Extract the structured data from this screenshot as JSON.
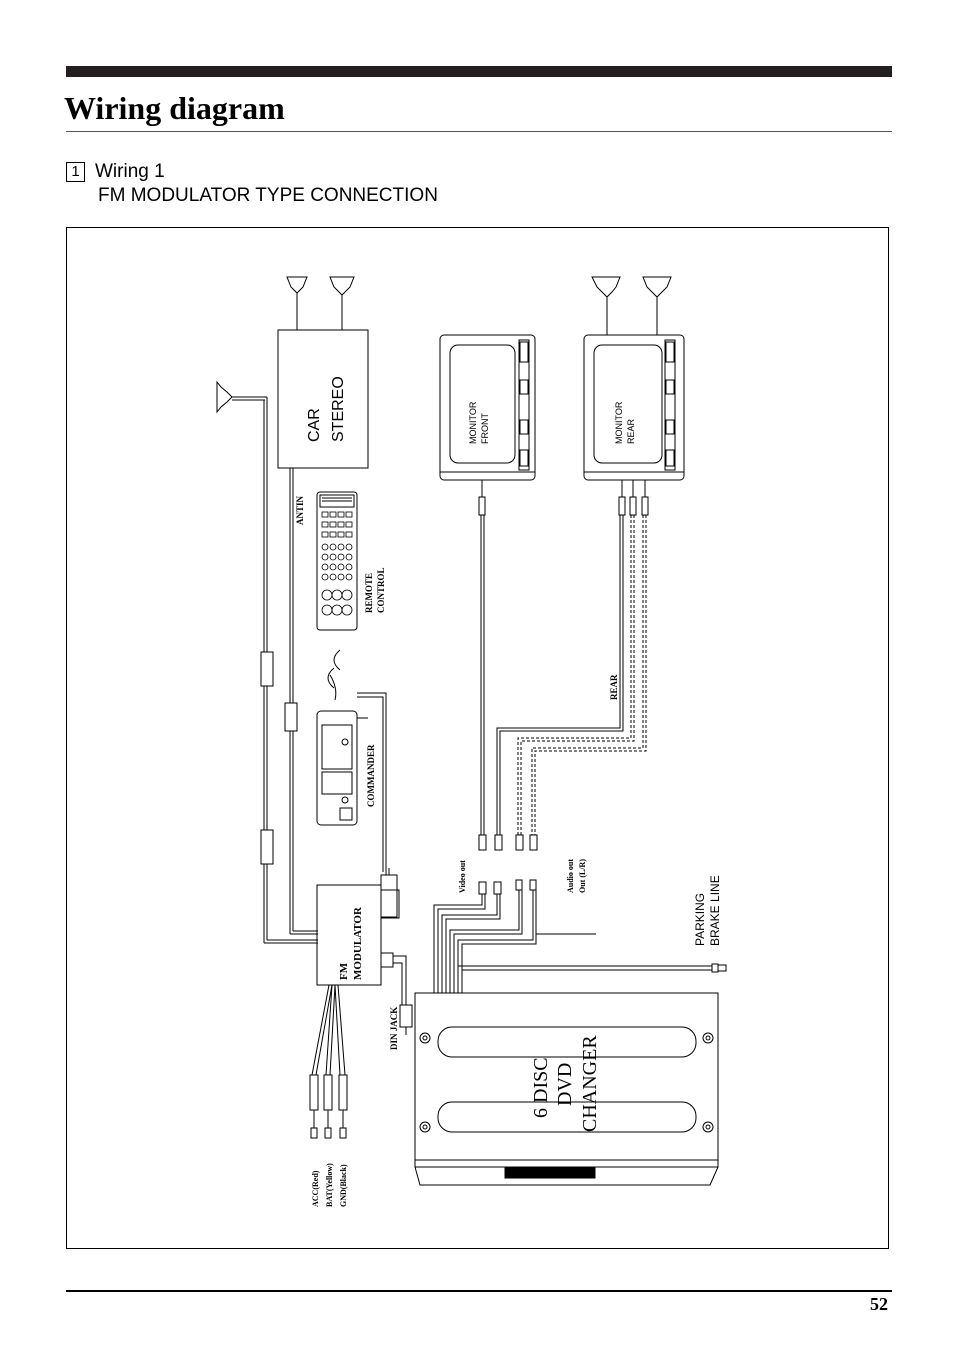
{
  "page": {
    "title": "Wiring diagram",
    "section_number": "1",
    "section_title": "Wiring 1",
    "section_subtitle": "FM MODULATOR TYPE CONNECTION",
    "page_number": "52"
  },
  "diagram": {
    "car_stereo_line1": "CAR",
    "car_stereo_line2": "STEREO",
    "monitor_front_line1": "MONITOR",
    "monitor_front_line2": "FRONT",
    "monitor_rear_line1": "MONITOR",
    "monitor_rear_line2": "REAR",
    "antin": "ANTIN",
    "remote_line1": "REMOTE",
    "remote_line2": "CONTROL",
    "commander": "COMMANDER",
    "rear": "REAR",
    "video_out": "Video out",
    "audio_out_line1": "Audio out",
    "audio_out_line2": "Out (L/R)",
    "parking_line1": "PARKING",
    "parking_line2": "BRAKE LINE",
    "fm_line1": "FM",
    "fm_line2": "MODULATOR",
    "din_jack": "DIN JACK",
    "changer_line1": "6 DISC",
    "changer_line2": "DVD",
    "changer_line3": "CHANGER",
    "acc": "ACC(Red)",
    "bat": "BAT(Yellow)",
    "gnd": "GND(Black)"
  }
}
